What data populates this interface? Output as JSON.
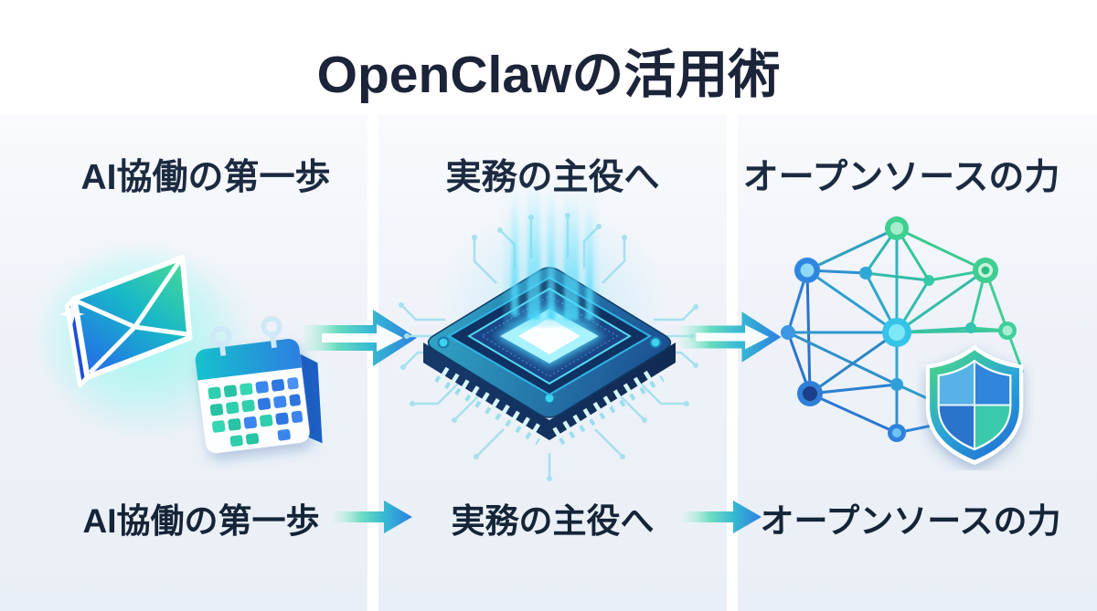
{
  "title": "OpenClawの活用術",
  "columns": [
    {
      "id": "step-1",
      "label": "AI協働の第一歩",
      "icons": [
        "email-icon",
        "calendar-icon"
      ]
    },
    {
      "id": "step-2",
      "label": "実務の主役へ",
      "icons": [
        "cpu-chip-icon"
      ]
    },
    {
      "id": "step-3",
      "label": "オープンソースの力",
      "icons": [
        "network-graph-icon",
        "shield-icon"
      ]
    }
  ],
  "flow_summary": {
    "steps": [
      "AI協働の第一歩",
      "実務の主役へ",
      "オープンソースの力"
    ]
  },
  "colors": {
    "heading_text": "#1b2438",
    "panel_background": "#eef2f8",
    "accent_green": "#44d08a",
    "accent_teal": "#36c4c9",
    "accent_blue": "#2d7fe0",
    "chip_navy": "#173a6e",
    "glow_cyan": "#7deeff"
  }
}
